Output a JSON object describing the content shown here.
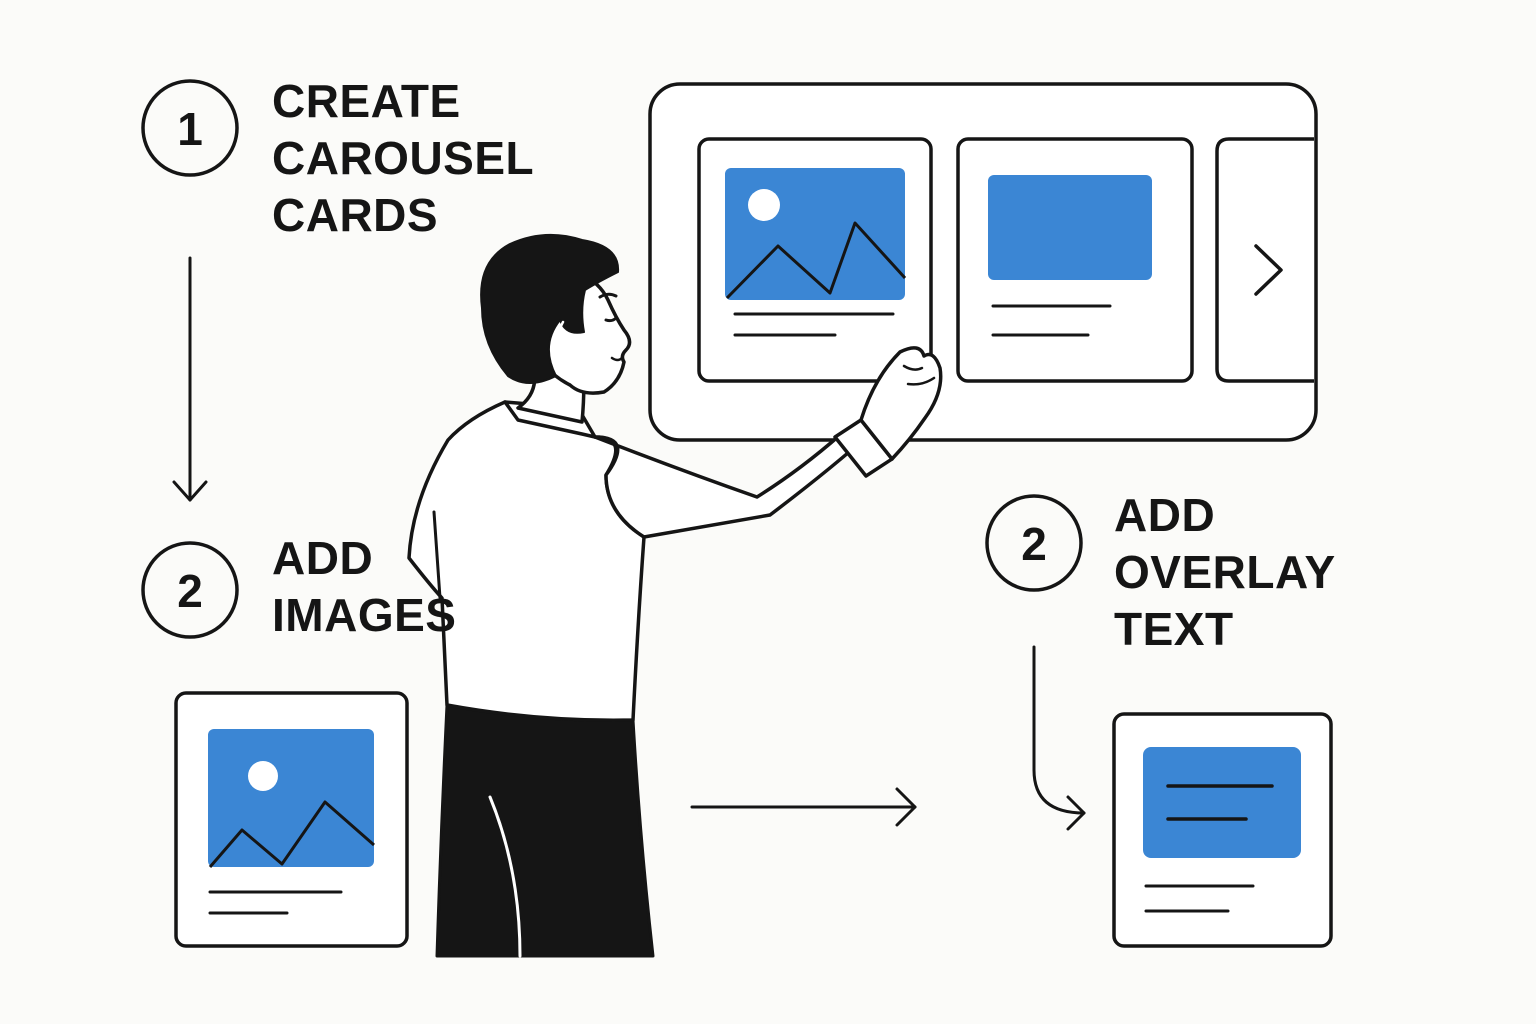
{
  "steps": [
    {
      "number": "1",
      "title_lines": [
        "CREATE",
        "CAROUSEL",
        "CARDS"
      ]
    },
    {
      "number": "2",
      "title_lines": [
        "ADD",
        "IMAGES"
      ]
    },
    {
      "number": "2",
      "title_lines": [
        "ADD",
        "OVERLAY",
        "TEXT"
      ]
    }
  ],
  "icons": {
    "carousel_next": "chevron-right-icon",
    "image_placeholder": "mountain-sun-image-icon"
  },
  "colors": {
    "accent_blue": "#3b86d4",
    "ink": "#151515",
    "background": "#fbfbf9",
    "card_fill": "#ffffff"
  }
}
